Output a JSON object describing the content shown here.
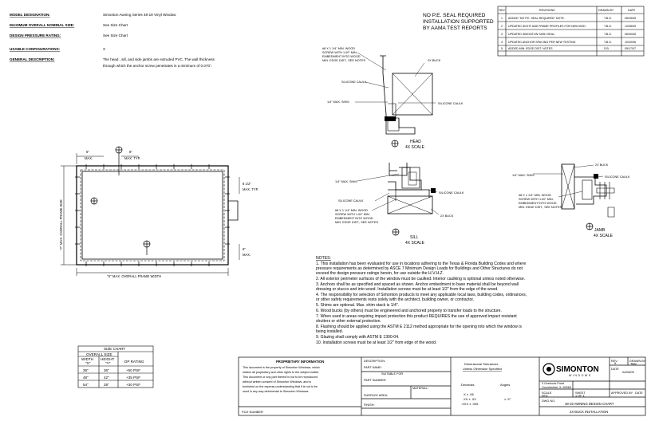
{
  "header": {
    "rows": [
      {
        "key": "MODEL DESIGNATION:",
        "value": "Simonton Awning Series 48-19 Vinyl Window"
      },
      {
        "key": "MAXIMUM OVERALL NOMINAL SIZE:",
        "value": "See Size Chart"
      },
      {
        "key": "DESIGN PRESSURE RATING:",
        "value": "See Size Chart"
      },
      {
        "key": "USABLE CONFIGURATIONS:",
        "value": "X"
      },
      {
        "key": "GENERAL DESCRIPTION:",
        "value": "The head , sill, and side jambs are extruded PVC. The wall thickness"
      },
      {
        "key": "",
        "value": "through which the anchor screw penetrates is a minimum of 0.070\"."
      }
    ]
  },
  "seal_note": [
    "NO P.E. SEAL REQUIRED",
    "INSTALLATION SUPPORTED",
    "BY AAMA TEST REPORTS"
  ],
  "revisions": {
    "headers": [
      "REV",
      "REVISIONS",
      "DRAWN BY",
      "DATE"
    ],
    "rows": [
      {
        "rev": "1",
        "desc": "ADDED \"NO P.E. SEAL REQUIRED\" NOTE.",
        "by": "T.B.G.",
        "date": "05/25/05"
      },
      {
        "rev": "2",
        "desc": "UPDATED SIGHT AND FRAME PROFILES FOR NEW MOD.",
        "by": "T.B.G.",
        "date": "12/08/05"
      },
      {
        "rev": "3",
        "desc": "UPDATED SIMONTON SASH SEAL.",
        "by": "T.B.G.",
        "date": "06/30/06"
      },
      {
        "rev": "4",
        "desc": "UPDATED ANCHOR SPACING PER NEW TESTING",
        "by": "T.B.G.",
        "date": "10/20/06"
      },
      {
        "rev": "5",
        "desc": "ADDED MIN. EDGE DIST. NOTES",
        "by": "S.B.",
        "date": "05/17/07"
      }
    ]
  },
  "elevation": {
    "dims": {
      "top_left": [
        "6\"",
        "MAX."
      ],
      "top_mid": [
        "8\"",
        "MAX. TYP."
      ],
      "right_mid": [
        "8 1/2\"",
        "MAX. TYP."
      ],
      "right_bottom": [
        "6\"",
        "MAX."
      ],
      "left_vertical": "\"Y\" MAX. OVERALL FRAME SIZE",
      "bottom": "\"X\" MAX. OVERALL FRAME WIDTH"
    }
  },
  "sections": {
    "head": {
      "title": "HEAD",
      "scale": "4X SCALE",
      "screw": [
        "#8 X 1 1/4\" MIN. WOOD",
        "SCREW WITH 1.00\" MIN.",
        "EMBEDMENT INTO WOOD",
        "MIN. EDGE DIST., SEE NOTES"
      ],
      "buck": "2X BUCK",
      "caulk1": "SILICONE CAULK",
      "shim": "1/4\" MAX. SHIM",
      "caulk2": "SILICONE CAULK"
    },
    "sill": {
      "title": "SILL",
      "scale": "4X SCALE",
      "shim": "1/4\" MAX. SHIM",
      "caulk_l": "SILICONE CAULK",
      "screw": [
        "#8 X 1 1/4\" MIN. WOOD",
        "SCREW WITH 1.00\" MIN.",
        "EMBEDMENT INTO WOOD",
        "MIN. EDGE DIST., SEE NOTES"
      ],
      "caulk_r": "SILICONE CAULK",
      "buck": "2X BUCK"
    },
    "jamb": {
      "title": "JAMB",
      "scale": "4X SCALE",
      "shim": "1/4\" MAX. SHIM",
      "buck": "2X BUCK",
      "caulk": "SILICONE CAULK",
      "screw": [
        "#8 X 1 1/4\" MIN. WOOD",
        "SCREW WITH 1.00\" MIN.",
        "EMBEDMENT INTO WOOD",
        "MIN. EDGE DIST., SEE NOTES"
      ]
    }
  },
  "notes": {
    "title": "NOTES:",
    "lines": [
      "1. This installation has been evaluated for use in locations adhering to the Texas & Florida Building Codes and where",
      "    pressure requirements as determined by ASCE 7 Minimum Design Loads for Buildings and Other Structures do not",
      "    exceed the design pressure ratings herein, for use outside the H.V.H.Z.",
      "2. All exterior perimeter surfaces of the window must be caulked. Interior caulking is optional unless noted otherwise.",
      "3. Anchors shall be as specified and spaced as shown. Anchor embedment to base material shall be beyond wall",
      "    dressing or stucco and into wood. Installation screws must be at least 1/2\" from the edge of the wood.",
      "4. The responsibility for selection of Simonton products to meet any applicable local laws, building codes, ordinances,",
      "    or other safety requirements rests solely with the architect, building owner, or contractor.",
      "5. Shims are optional. Max. shim stack is 1/4\".",
      "6. Wood bucks (by others) must be engineered and anchored properly to transfer loads to the structure.",
      "7. When used in areas requiring impact protection this product REQUIRES the use of approved impact resistant",
      "    shutters or other external protection.",
      "8. Flashing should be applied using the ASTM E 2112 method appropriate for the opening into which the window is",
      "    being installed.",
      "9. Glazing shall comply with ASTM E 1300-04.",
      "10. Installation screws must be at least 1/2\" from edge of the wood."
    ]
  },
  "size_chart": {
    "title": "SIZE CHART",
    "group_header": "OVERALL SIZE",
    "col1": "WIDTH",
    "col1_sub": "\"X\"",
    "col2": "HEIGHT",
    "col2_sub": "\"Y\"",
    "col3": "DP RATING",
    "rows": [
      [
        "36\"",
        "36\"",
        "+50 PSF"
      ],
      [
        "48\"",
        "42\"",
        "+35 PSF"
      ],
      [
        "54\"",
        "28\"",
        "+30 PSF"
      ]
    ]
  },
  "title_block": {
    "proprietary_title": "PROPRIETARY INFORMATION",
    "proprietary_text": [
      "This document is the property of Simonton Windows, which",
      "retains all proprietary and other rights to the subject matter.",
      "This document or any part thereof is not to be reproduced",
      "without written consent of Simonton Windows, and is",
      "furnished on the express understanding that it is not to be",
      "used in any way detrimental to Simonton Windows."
    ],
    "file_label": "FILE NUMBER",
    "fields": [
      {
        "label": "DESCRIPTION:",
        "value": ""
      },
      {
        "label": "PART NAME:",
        "value": ""
      },
      {
        "label": "",
        "value": "SUITABLE FOR"
      },
      {
        "label": "PART NUMBER:",
        "value": ""
      },
      {
        "label": "MATERIAL:",
        "value": ""
      },
      {
        "label": "SURFACE AREA:",
        "value": ""
      },
      {
        "label": "FINISH:",
        "value": ""
      }
    ],
    "tolerances_title": "Dimensional Tolerances",
    "tolerances_sub": "Unless Otherwise Specified",
    "tol_decimals": "Decimals",
    "tol_angles": "Angles",
    "tol_values": [
      ".X  ± .06",
      ".XX ± .03",
      ".XXX ± .005",
      "± .5°"
    ],
    "company_name": "SIMONTON",
    "company_sub": "WINDOWS",
    "company_addr": [
      "3 Overlook Point",
      "Lincolnshire, IL 60069"
    ],
    "drawn_label": "DRAWN BY",
    "drawn_value": "TBG",
    "date_label": "DATE",
    "date_value": "04/08/05",
    "scale_label": "SCALE",
    "scale_value": "NTS",
    "sheet_label": "SHEET",
    "sheet_value": "1 OF 1",
    "approved_label": "APPROVED BY",
    "approved_date_label": "DATE",
    "dwg_label": "DWG NO.",
    "dwg_value": "48-19 AWNING DESIGN CHART",
    "rev_box_label": "REV",
    "rev_box_value": "5",
    "bottom_title": "2X BUCK INSTALLATION"
  }
}
